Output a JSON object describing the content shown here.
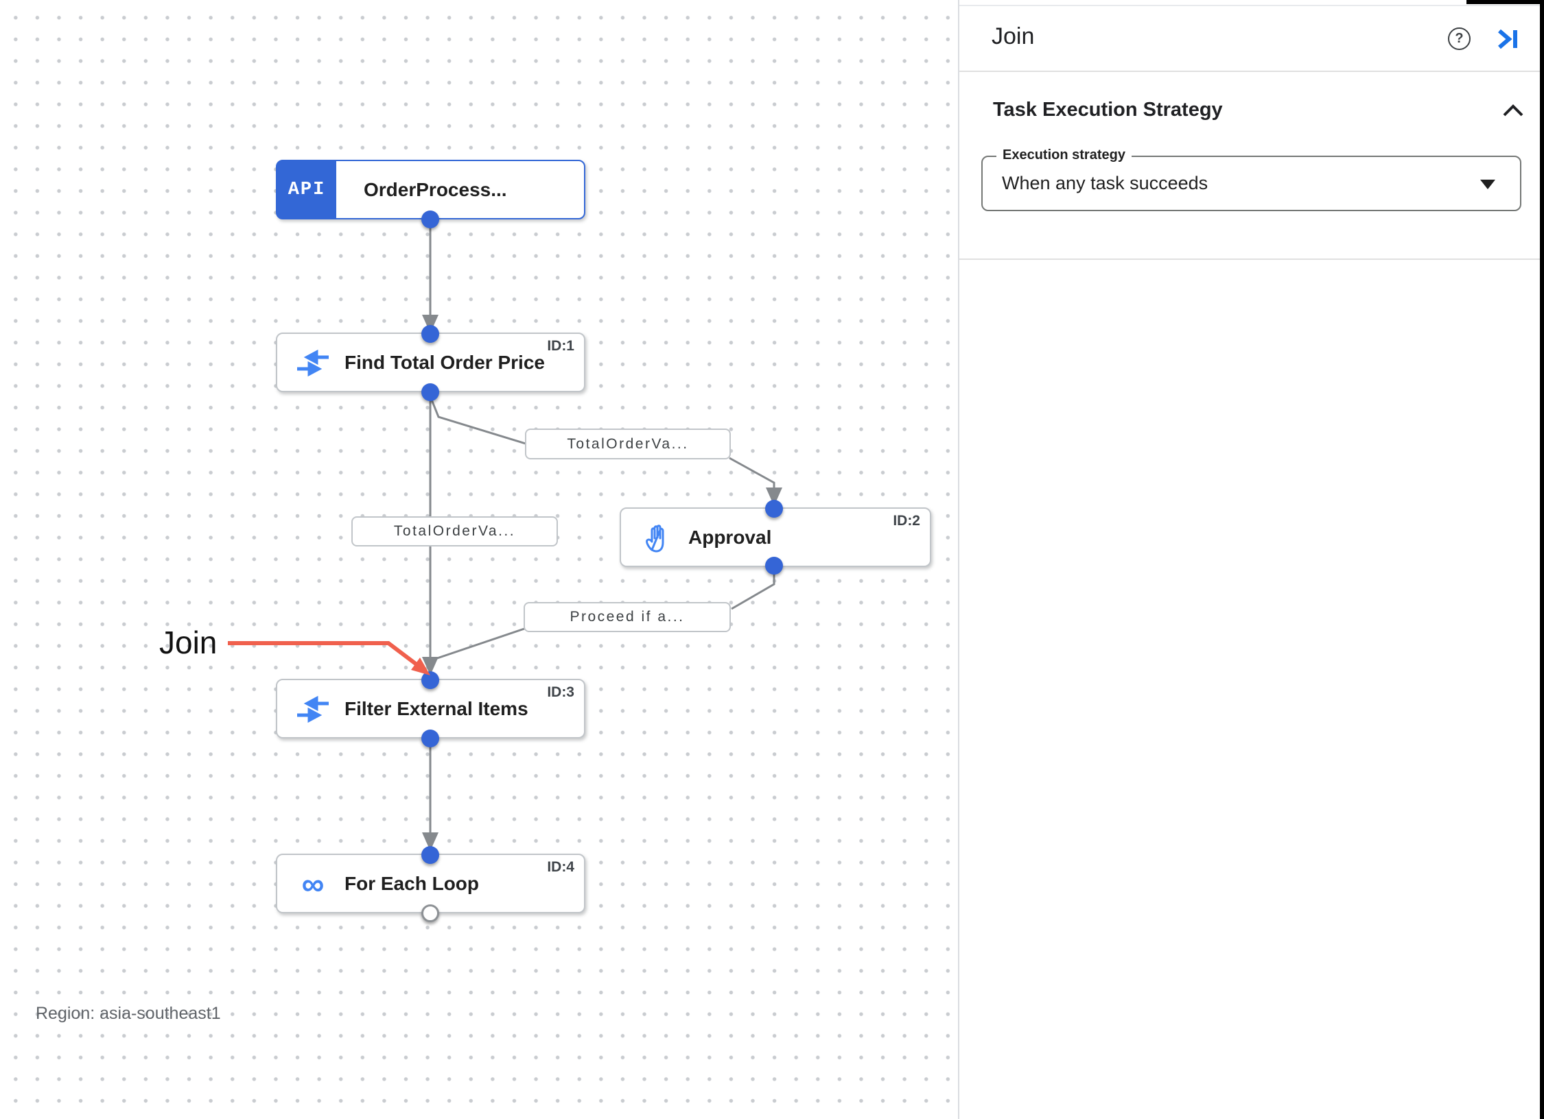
{
  "panel": {
    "title": "Join",
    "help_icon": "?",
    "section": {
      "title": "Task Execution Strategy",
      "field_label": "Execution strategy",
      "field_value": "When any task succeeds"
    }
  },
  "canvas": {
    "region_label": "Region: asia-southeast1",
    "annotation_label": "Join",
    "nodes": {
      "trigger": {
        "badge": "API",
        "title": "OrderProcess..."
      },
      "find": {
        "id_label": "ID:1",
        "title": "Find Total Order Price"
      },
      "approval": {
        "id_label": "ID:2",
        "title": "Approval"
      },
      "filter": {
        "id_label": "ID:3",
        "title": "Filter External Items"
      },
      "foreach": {
        "id_label": "ID:4",
        "title": "For Each Loop",
        "loop_glyph": "∞"
      }
    },
    "edge_labels": {
      "to_approval": "TotalOrderVa...",
      "to_filter": "TotalOrderVa...",
      "from_approval": "Proceed if a..."
    }
  },
  "colors": {
    "accent_blue": "#3367d6",
    "icon_blue": "#4285f4",
    "link_blue": "#1a73e8",
    "edge_gray": "#85898d",
    "node_border": "#c1c5c9",
    "annotation_red": "#f0604d"
  }
}
